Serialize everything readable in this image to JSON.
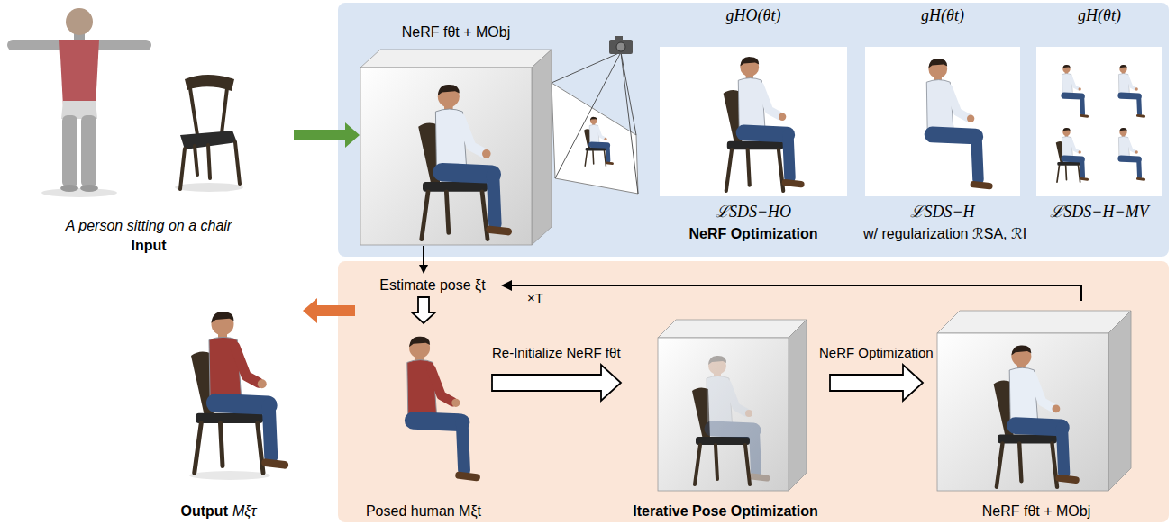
{
  "diagram": {
    "nodes": [
      {
        "text": [
          "A person sitting on a chair",
          "Input"
        ]
      },
      {
        "text": [
          "NeRF fθt + MObj"
        ]
      },
      {
        "text": [
          "gHO(θt)",
          "ℒSDS−HO"
        ]
      },
      {
        "text": [
          "gH(θt)",
          "ℒSDS−H"
        ]
      },
      {
        "text": [
          "gH(θt)",
          "ℒSDS−H−MV"
        ]
      },
      {
        "text": [
          "Estimate pose ξt"
        ]
      },
      {
        "text": [
          "Posed human Mξt"
        ]
      },
      {
        "text": [
          "Iterative Pose Optimization"
        ]
      },
      {
        "text": [
          "NeRF fθt + MObj"
        ]
      },
      {
        "text": [
          "Output",
          "Mξτ"
        ]
      }
    ],
    "edges": [
      {
        "from": 0,
        "to": 1,
        "arrow": "to"
      },
      {
        "from": 1,
        "to": 5,
        "arrow": "to"
      },
      {
        "from": 5,
        "to": 6,
        "arrow": "to"
      },
      {
        "from": 6,
        "to": 7,
        "label": "Re-Initialize NeRF fθt",
        "arrow": "to"
      },
      {
        "from": 7,
        "to": 8,
        "label": "NeRF Optimization",
        "arrow": "to"
      },
      {
        "from": 8,
        "to": 5,
        "label": "×T",
        "arrow": "to"
      },
      {
        "from": 6,
        "to": 9,
        "arrow": "to"
      }
    ],
    "labels": [
      "NeRF Optimization",
      "w/ regularization ℛSA, ℛI"
    ]
  }
}
